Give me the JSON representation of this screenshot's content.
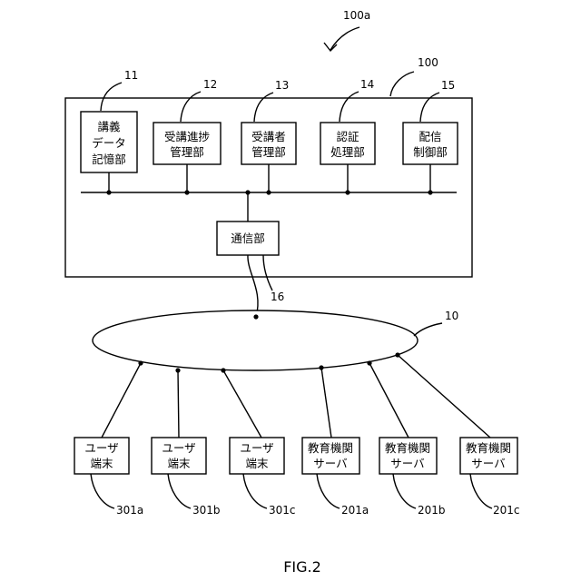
{
  "figure": {
    "caption": "FIG.2",
    "system_ref": "100a",
    "server_ref": "100",
    "network_ref": "10",
    "comm_ref": "16",
    "modules": [
      {
        "ref": "11",
        "lines": [
          "講義",
          "データ",
          "記憶部"
        ]
      },
      {
        "ref": "12",
        "lines": [
          "受講進捗",
          "管理部"
        ]
      },
      {
        "ref": "13",
        "lines": [
          "受講者",
          "管理部"
        ]
      },
      {
        "ref": "14",
        "lines": [
          "認証",
          "処理部"
        ]
      },
      {
        "ref": "15",
        "lines": [
          "配信",
          "制御部"
        ]
      }
    ],
    "comm_unit": {
      "label": "通信部"
    },
    "terminals": [
      {
        "ref": "301a",
        "lines": [
          "ユーザ",
          "端末"
        ]
      },
      {
        "ref": "301b",
        "lines": [
          "ユーザ",
          "端末"
        ]
      },
      {
        "ref": "301c",
        "lines": [
          "ユーザ",
          "端末"
        ]
      },
      {
        "ref": "201a",
        "lines": [
          "教育機関",
          "サーバ"
        ]
      },
      {
        "ref": "201b",
        "lines": [
          "教育機関",
          "サーバ"
        ]
      },
      {
        "ref": "201c",
        "lines": [
          "教育機関",
          "サーバ"
        ]
      }
    ]
  }
}
